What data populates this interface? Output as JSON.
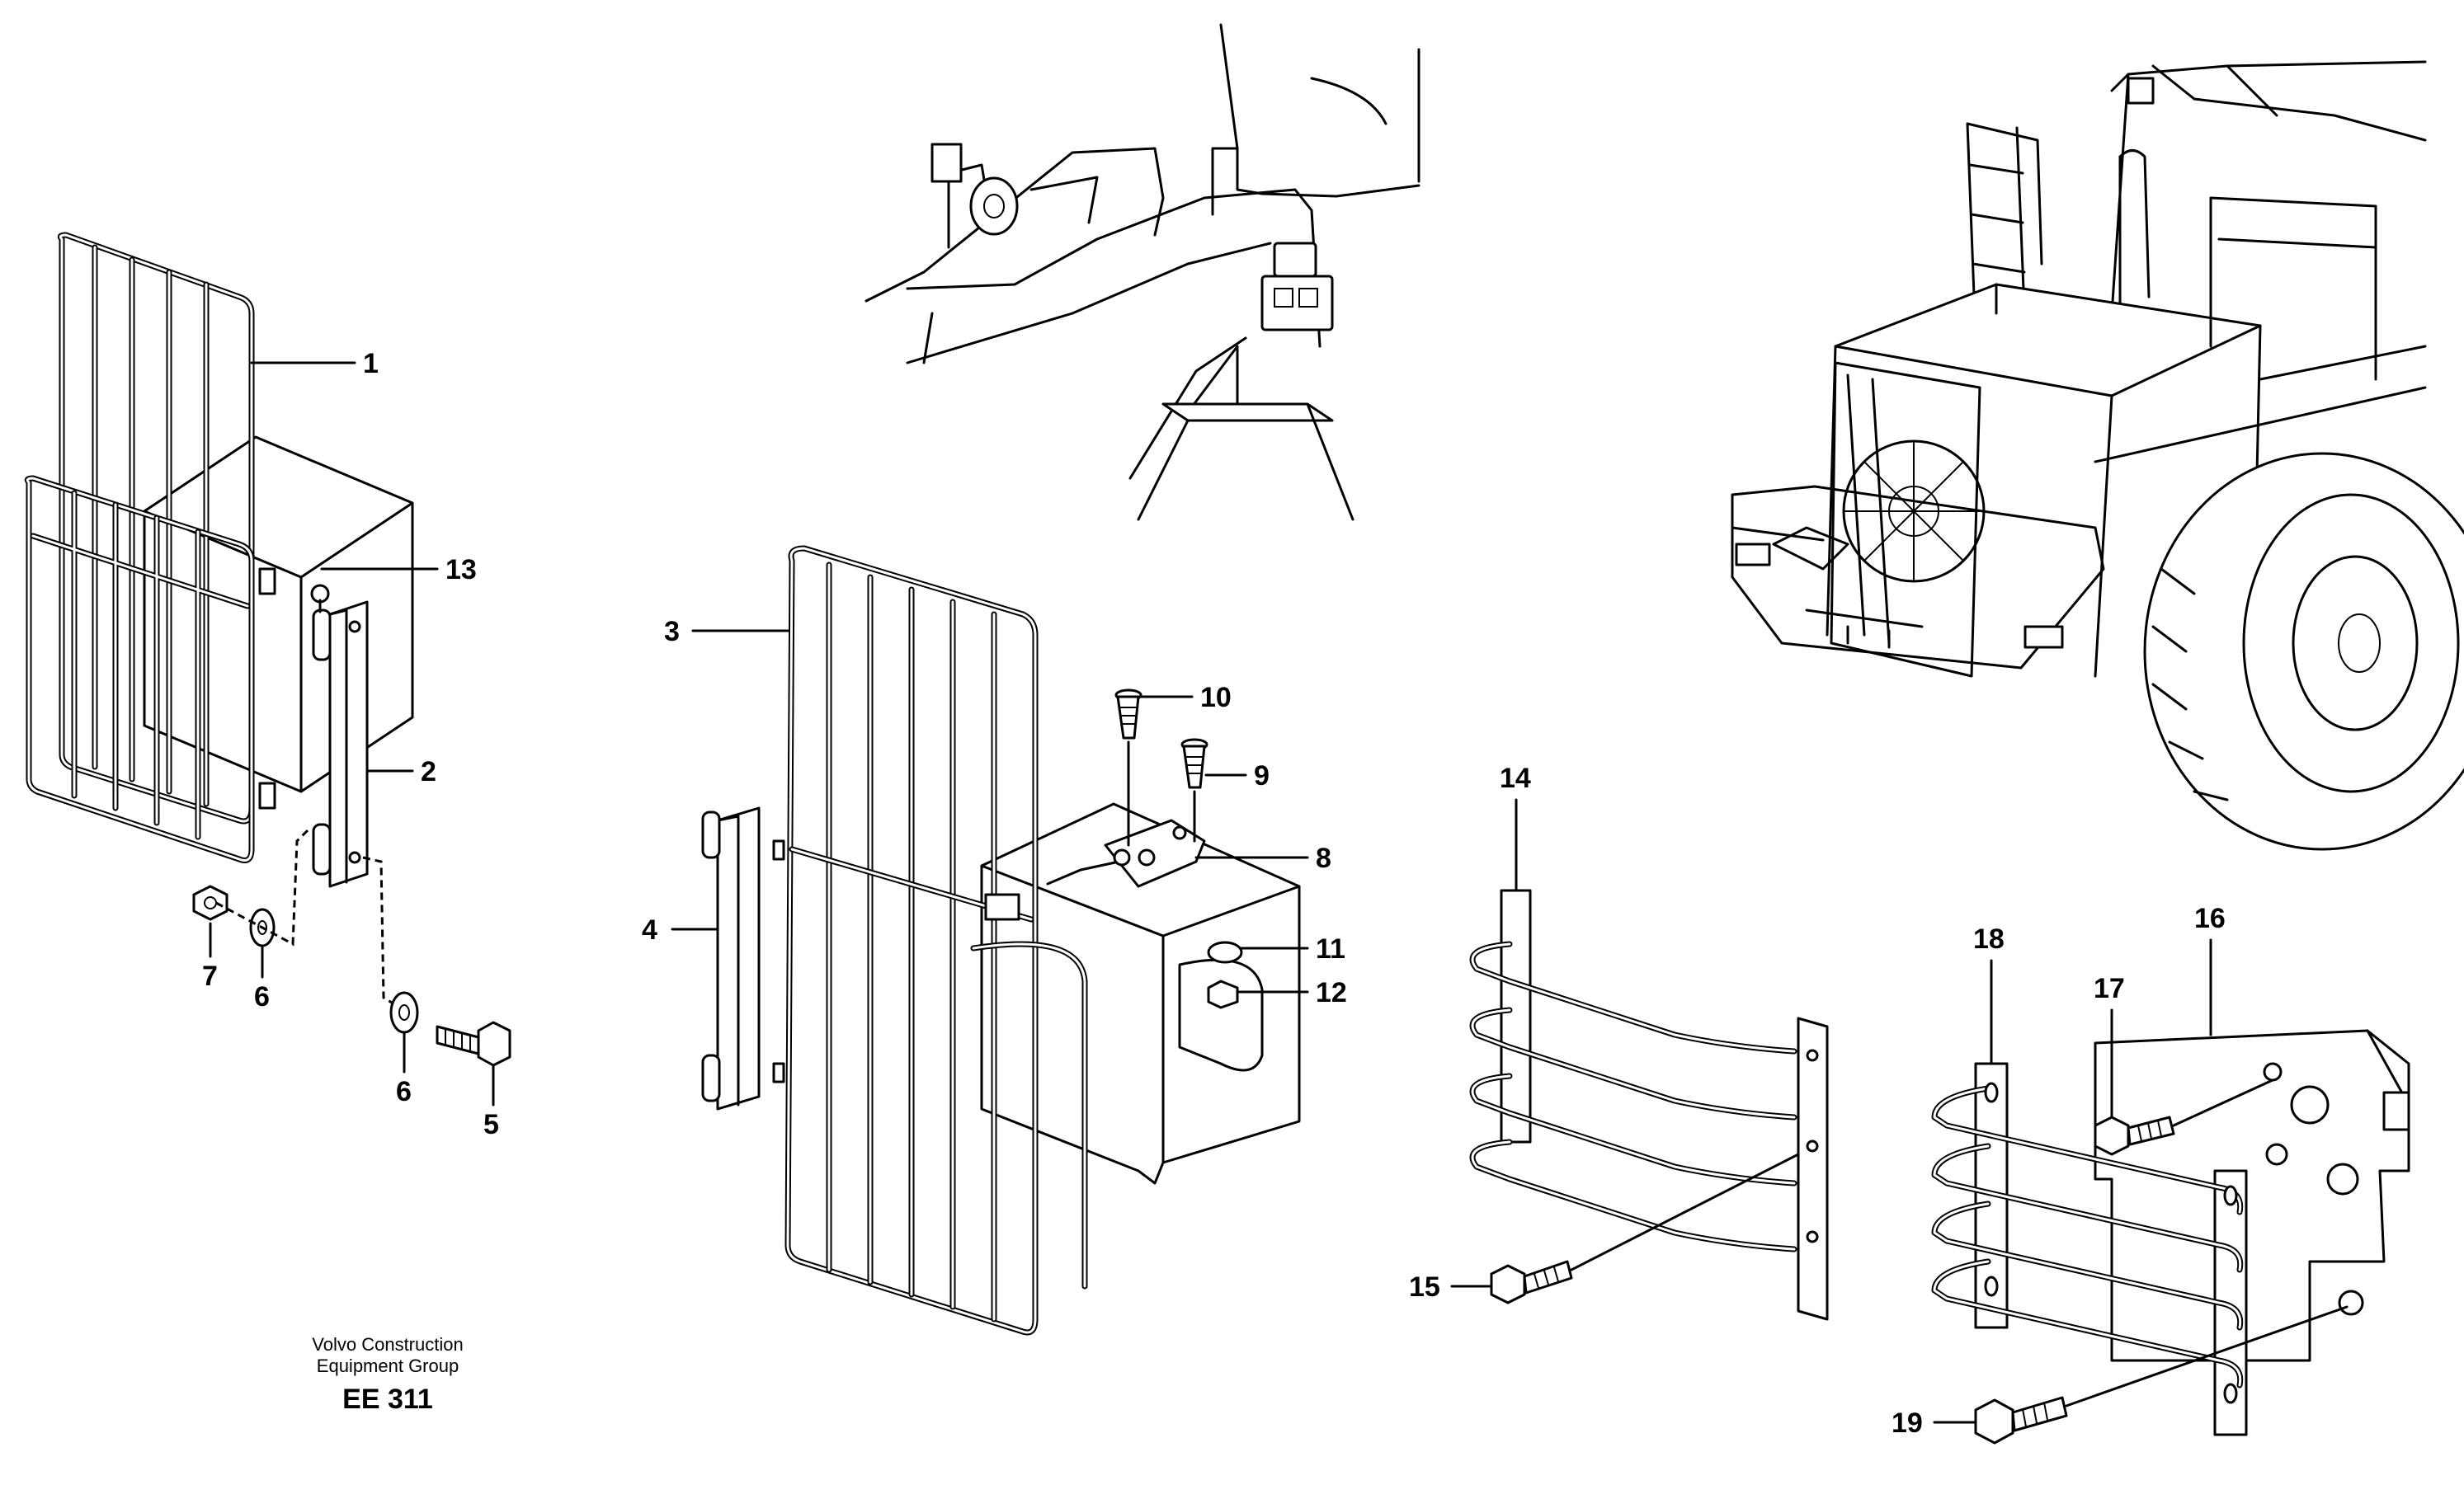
{
  "callouts": [
    "1",
    "2",
    "3",
    "4",
    "5",
    "6",
    "6",
    "7",
    "8",
    "9",
    "10",
    "11",
    "12",
    "13",
    "14",
    "15",
    "16",
    "17",
    "18",
    "19"
  ],
  "footer": {
    "company_line1": "Volvo Construction",
    "company_line2": "Equipment Group",
    "code": "EE 311"
  }
}
